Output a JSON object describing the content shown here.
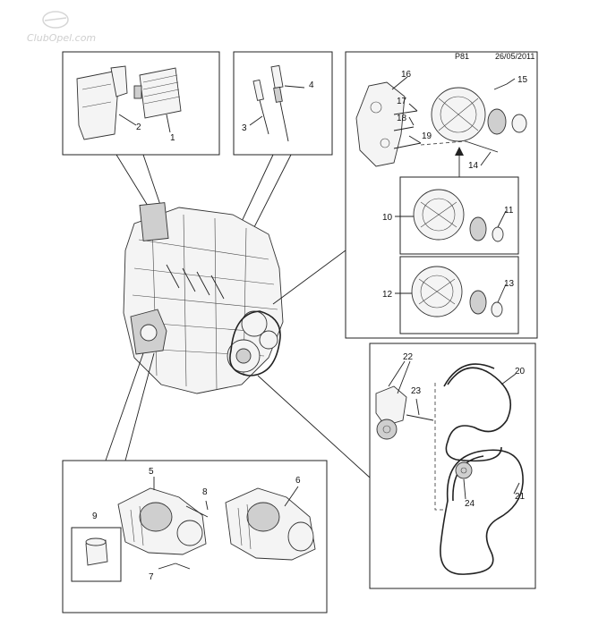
{
  "watermark": "ClubOpel.com",
  "header": {
    "page_code": "P81",
    "date": "26/05/2011"
  },
  "callouts": [
    {
      "key": "c1",
      "text": "1"
    },
    {
      "key": "c2",
      "text": "2"
    },
    {
      "key": "c3",
      "text": "3"
    },
    {
      "key": "c4",
      "text": "4"
    },
    {
      "key": "c5",
      "text": "5"
    },
    {
      "key": "c6",
      "text": "6"
    },
    {
      "key": "c7",
      "text": "7"
    },
    {
      "key": "c8",
      "text": "8"
    },
    {
      "key": "c9",
      "text": "9"
    },
    {
      "key": "c10",
      "text": "10"
    },
    {
      "key": "c11",
      "text": "11"
    },
    {
      "key": "c12",
      "text": "12"
    },
    {
      "key": "c13",
      "text": "13"
    },
    {
      "key": "c14",
      "text": "14"
    },
    {
      "key": "c15",
      "text": "15"
    },
    {
      "key": "c16",
      "text": "16"
    },
    {
      "key": "c17",
      "text": "17"
    },
    {
      "key": "c18",
      "text": "18"
    },
    {
      "key": "c19",
      "text": "19"
    },
    {
      "key": "c20",
      "text": "20"
    },
    {
      "key": "c21",
      "text": "21"
    },
    {
      "key": "c22",
      "text": "22"
    },
    {
      "key": "c23",
      "text": "23"
    },
    {
      "key": "c24",
      "text": "24"
    }
  ]
}
